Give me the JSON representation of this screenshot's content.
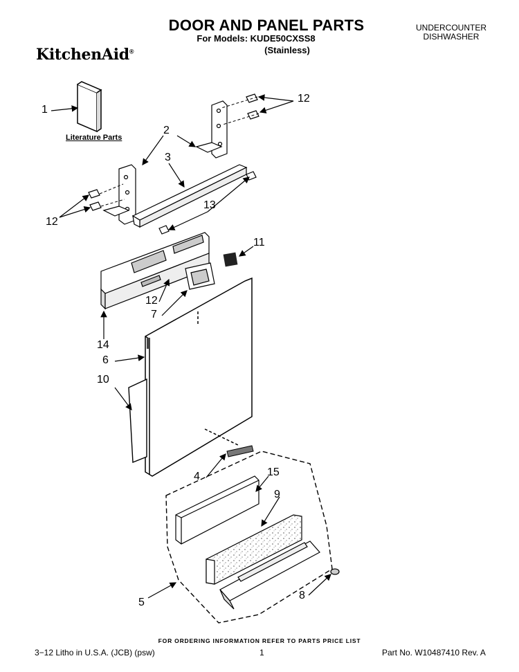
{
  "header": {
    "title": "DOOR AND PANEL PARTS",
    "models": "For Models: KUDE50CXSS8",
    "finish": "(Stainless)",
    "product_type_line1": "UNDERCOUNTER",
    "product_type_line2": "DISHWASHER",
    "brand": "KitchenAid",
    "brand_mark": "®"
  },
  "diagram": {
    "literature_label": "Literature Parts",
    "callouts": {
      "c1": "1",
      "c2": "2",
      "c3": "3",
      "c4": "4",
      "c5": "5",
      "c6": "6",
      "c7": "7",
      "c8": "8",
      "c9": "9",
      "c10": "10",
      "c11": "11",
      "c12a": "12",
      "c12b": "12",
      "c12c": "12",
      "c13": "13",
      "c14": "14",
      "c15": "15"
    }
  },
  "footer": {
    "notice": "FOR ORDERING INFORMATION REFER TO PARTS PRICE LIST",
    "litho": "3−12 Litho in U.S.A. (JCB) (psw)",
    "page": "1",
    "part_no": "Part No. W10487410 Rev. A"
  }
}
